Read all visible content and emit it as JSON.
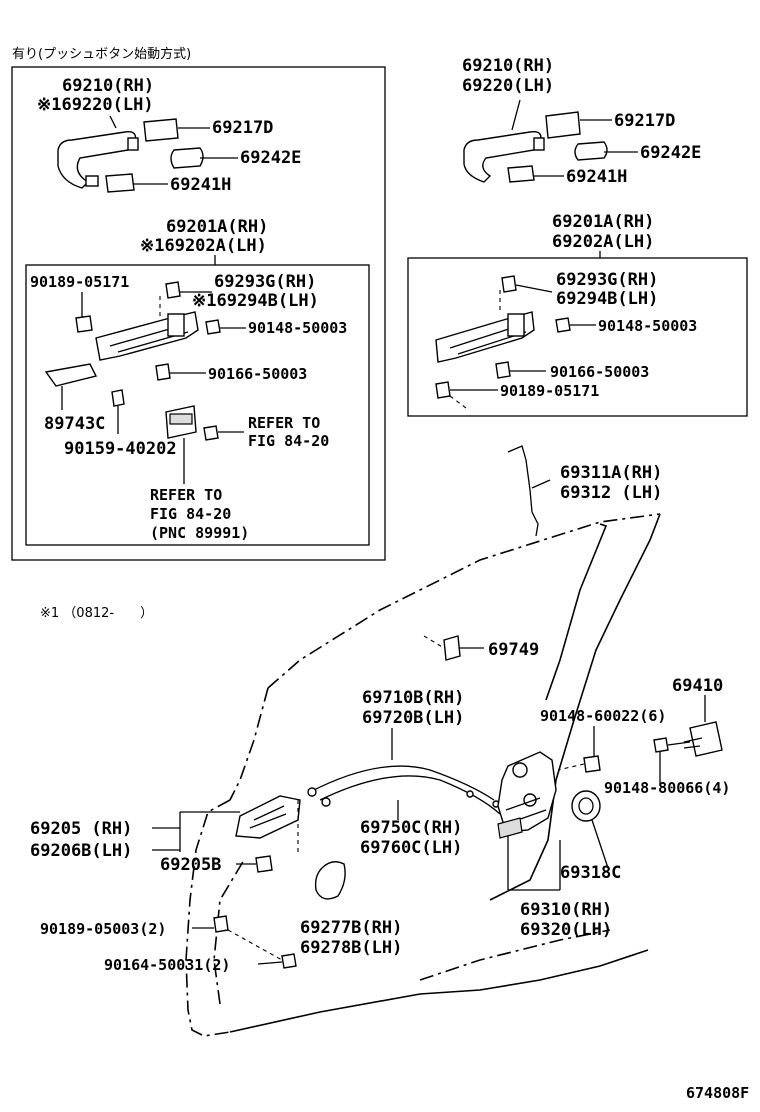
{
  "header_note": "有り(プッシュボタン始動方式)",
  "footnote": "※1 （0812-　　）",
  "figure_code": "674808F",
  "labels": {
    "l1_handle_a": "69210(RH)",
    "l1_handle_b": "※169220(LH)",
    "l1_69217d": "69217D",
    "l1_69242e": "69242E",
    "l1_69241h": "69241H",
    "l1_frame_a": "69201A(RH)",
    "l1_frame_b": "※169202A(LH)",
    "l1_90189": "90189-05171",
    "l1_69293g": "69293G(RH)",
    "l1_69294b": "※169294B(LH)",
    "l1_90148": "90148-50003",
    "l1_90166": "90166-50003",
    "l1_89743c": "89743C",
    "l1_90159": "90159-40202",
    "l1_refer1a": "REFER TO",
    "l1_refer1b": "FIG 84-20",
    "l1_refer2a": "REFER TO",
    "l1_refer2b": "FIG 84-20",
    "l1_refer2c": "(PNC 89991)",
    "r_handle_a": "69210(RH)",
    "r_handle_b": "69220(LH)",
    "r_69217d": "69217D",
    "r_69242e": "69242E",
    "r_69241h": "69241H",
    "r_frame_a": "69201A(RH)",
    "r_frame_b": "69202A(LH)",
    "r_69293g": "69293G(RH)",
    "r_69294b": "69294B(LH)",
    "r_90148": "90148-50003",
    "r_90166": "90166-50003",
    "r_90189": "90189-05171",
    "rod_a": "69311A(RH)",
    "rod_b": "69312 (LH)",
    "p69749": "69749",
    "p69410": "69410",
    "cable1_a": "69710B(RH)",
    "cable1_b": "69720B(LH)",
    "bolt_60022": "90148-60022(6)",
    "bolt_80066": "90148-80066(4)",
    "inner_a": "69205 (RH)",
    "inner_b": "69206B(LH)",
    "p69205b": "69205B",
    "cable2_a": "69750C(RH)",
    "cable2_b": "69760C(LH)",
    "p69318c": "69318C",
    "lock_a": "69310(RH)",
    "lock_b": "69320(LH)",
    "cap_a": "69277B(RH)",
    "cap_b": "69278B(LH)",
    "screw_05003": "90189-05003(2)",
    "screw_50031": "90164-50031(2)"
  }
}
